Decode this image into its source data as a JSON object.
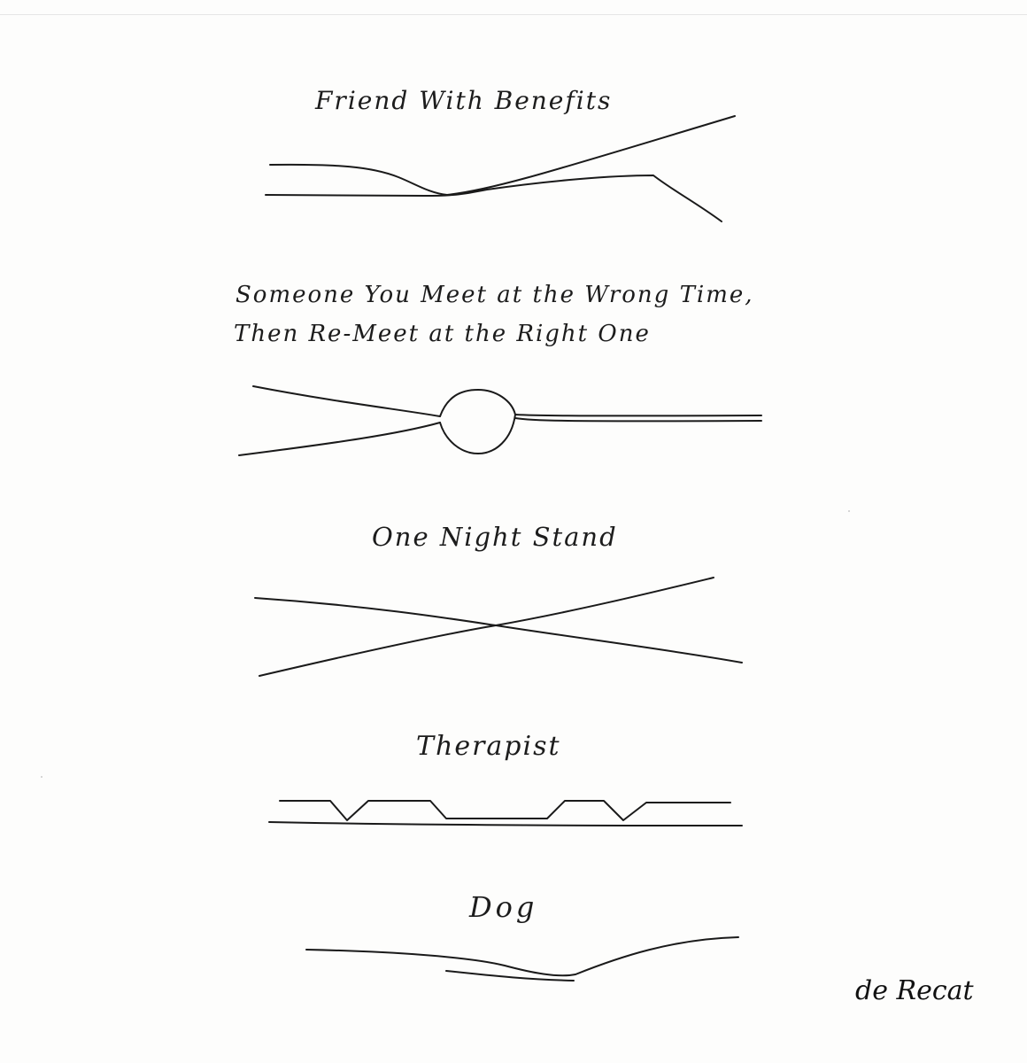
{
  "cartoon": {
    "panels": [
      {
        "caption_lines": [
          "Friend With Benefits"
        ]
      },
      {
        "caption_lines": [
          "Someone You Meet at the Wrong Time,",
          "Then Re-Meet at the Right One"
        ]
      },
      {
        "caption_lines": [
          "One Night Stand"
        ]
      },
      {
        "caption_lines": [
          "Therapist"
        ]
      },
      {
        "caption_lines": [
          "Dog"
        ]
      }
    ],
    "signature": "de Recat"
  },
  "colors": {
    "ink": "#1a1a1a",
    "paper": "#fdfdfc"
  }
}
